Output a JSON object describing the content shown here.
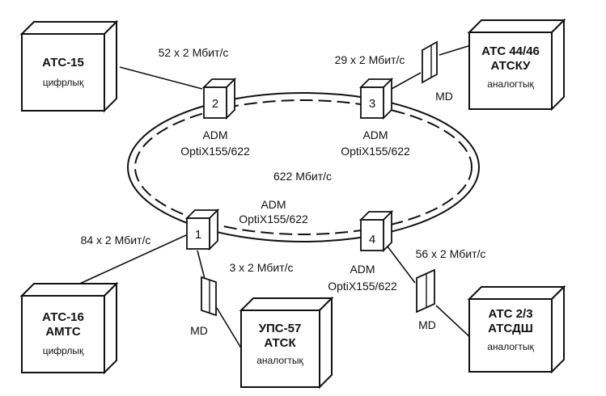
{
  "ring": {
    "capacity": "622 Мбит/с"
  },
  "nodes": [
    {
      "id": "2",
      "adm": "ADM",
      "model": "OptiX155/622"
    },
    {
      "id": "3",
      "adm": "ADM",
      "model": "OptiX155/622"
    },
    {
      "id": "1",
      "adm": "ADM",
      "model": "OptiX155/622"
    },
    {
      "id": "4",
      "adm": "ADM",
      "model": "OptiX155/622"
    }
  ],
  "exchanges": [
    {
      "line1": "АТС-15",
      "line2": "",
      "type": "цифрлық"
    },
    {
      "line1": "АТС 44/46",
      "line2": "АТСКУ",
      "type": "аналогтық"
    },
    {
      "line1": "АТС-16",
      "line2": "АМТС",
      "type": "цифрлық"
    },
    {
      "line1": "УПС-57",
      "line2": "АТСК",
      "type": "аналогтық"
    },
    {
      "line1": "АТС 2/3",
      "line2": "АТСДШ",
      "type": "аналогтық"
    }
  ],
  "links": [
    {
      "label": "52 x 2 Мбит/с"
    },
    {
      "label": "29 x 2 Мбит/с"
    },
    {
      "label": "84 x 2 Мбит/с"
    },
    {
      "label": "3 x 2 Мбит/с"
    },
    {
      "label": "56 x 2 Мбит/с"
    }
  ],
  "md": {
    "label": "MD"
  }
}
